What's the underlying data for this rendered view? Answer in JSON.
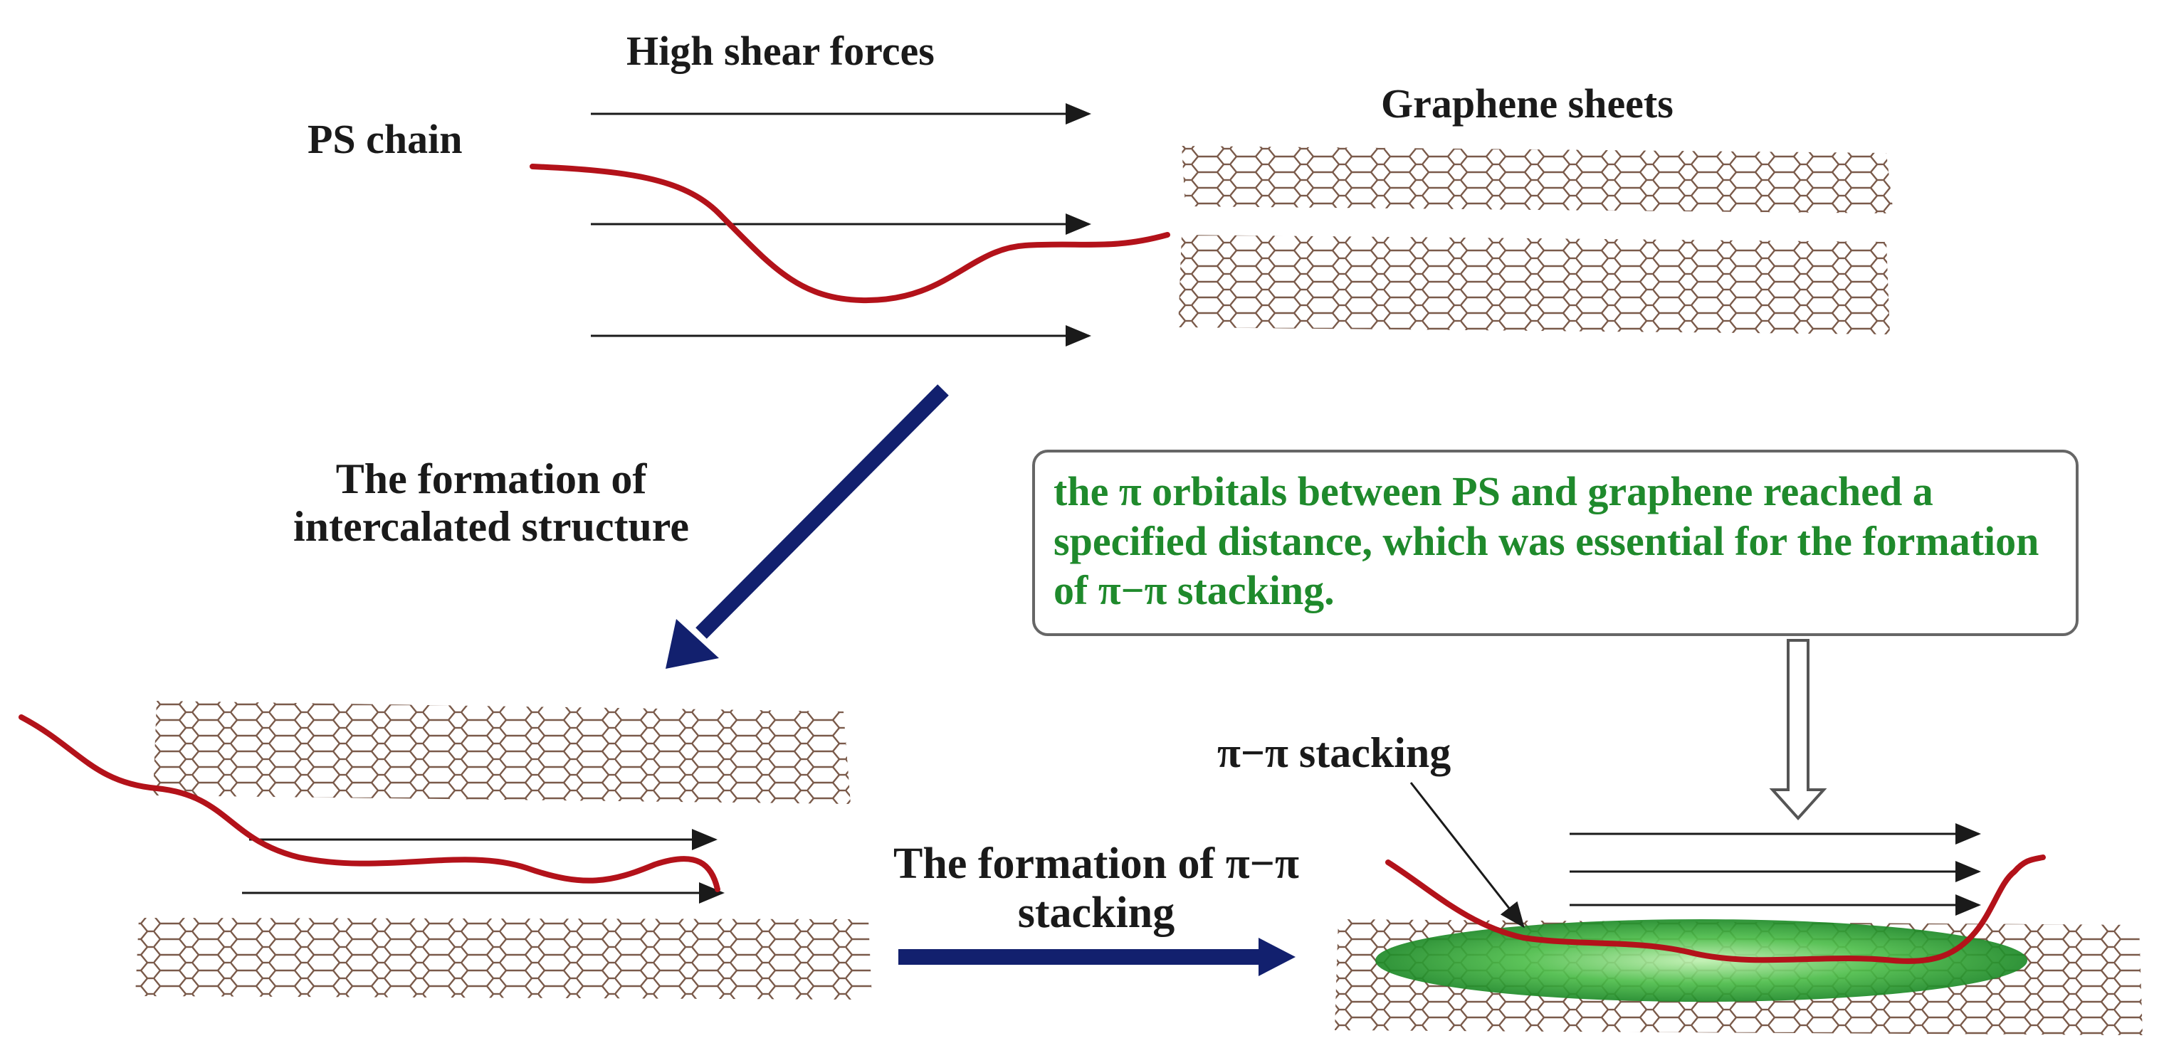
{
  "labels": {
    "high_shear": "High shear forces",
    "ps_chain": "PS chain",
    "graphene_sheets": "Graphene sheets",
    "intercalated": "The formation of intercalated structure",
    "pipi_formation": "The formation of π−π stacking",
    "pipi_stacking": "π−π stacking"
  },
  "note": "the π  orbitals between PS and graphene reached a specified distance, which was essential for the formation of π−π stacking.",
  "colors": {
    "ps_chain": "#b3121a",
    "graphene": "#7a5a4a",
    "arrow": "#1a1a1a",
    "process_arrow": "#12206e",
    "note_text": "#1f8a2c",
    "stacking_zone": "#3cb43c"
  }
}
